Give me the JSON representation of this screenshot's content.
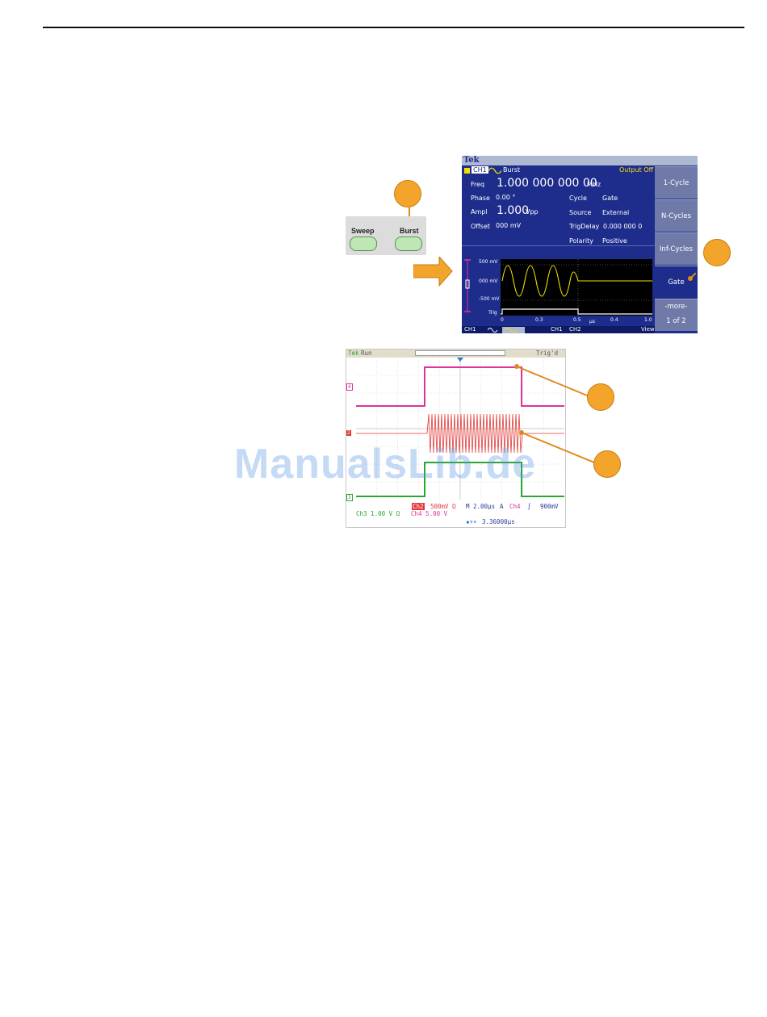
{
  "button_panel": {
    "sweep_label": "Sweep",
    "burst_label": "Burst"
  },
  "afg": {
    "brand": "Tek",
    "channel": "CH1",
    "mode": "Burst",
    "output_status": "Output Off",
    "freq_label": "Freq",
    "freq_value": "1.000 000 000 00",
    "freq_unit": "MHz",
    "phase_label": "Phase",
    "phase_value": "0.00 °",
    "ampl_label": "Ampl",
    "ampl_value": "1.000",
    "ampl_unit": "Vpp",
    "offset_label": "Offset",
    "offset_value": "000 mV",
    "cycle_label": "Cycle",
    "cycle_value": "Gate",
    "source_label": "Source",
    "source_value": "External",
    "trigdelay_label": "TrigDelay",
    "trigdelay_value": "0.000 000 0",
    "polarity_label": "Polarity",
    "polarity_value": "Positive",
    "menu": [
      "1-Cycle",
      "N-Cycles",
      "Inf-Cycles",
      "Gate"
    ],
    "menu_more": "-more-",
    "menu_page": "1 of 2",
    "plot_y_labels": [
      "500 mV",
      "000 mV",
      "-500 mV",
      "Trig"
    ],
    "plot_x_labels": [
      "0",
      "0.3",
      "0.5",
      "μs",
      "0.4",
      "1.0"
    ],
    "bottom_bar": {
      "ch1": "CH1",
      "ch1b": "CH1",
      "ch2": "CH2",
      "view": "View"
    },
    "colors": {
      "screen": "#1e2d8c",
      "wave": "#f0e000",
      "menu": "#6f7aa8"
    }
  },
  "scope": {
    "brand": "Tek",
    "run_state": "Run",
    "trig_state": "Trig'd",
    "ch2_scale": "500mV Ω",
    "ch2_tag": "Ch2",
    "timebase": "M 2.00μs",
    "trigger": "Ch4",
    "trigger_slope": "∫",
    "trigger_level": "900mV",
    "ch3_scale": "Ch3   1.00 V Ω",
    "ch4_scale": "Ch4   5.00 V",
    "trigger_position": "3.36000μs",
    "channel_markers": [
      "4",
      "2",
      "3"
    ],
    "colors": {
      "ch4": "#e0329b",
      "ch2": "#e23a3a",
      "ch3": "#26a833",
      "timebase": "#2a3a9a"
    }
  },
  "watermark": "ManualsLib.de"
}
